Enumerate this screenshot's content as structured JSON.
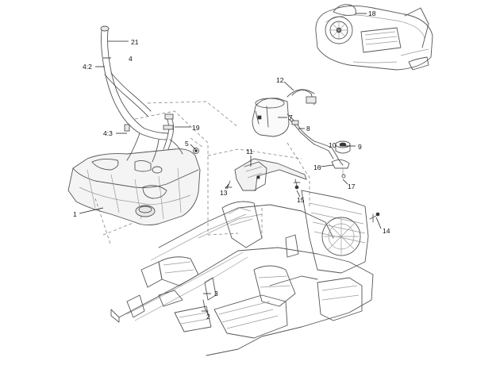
{
  "diagram": {
    "callouts": [
      {
        "id": "c21",
        "text": "21"
      },
      {
        "id": "c4",
        "text": "4"
      },
      {
        "id": "c42",
        "text": "4:2"
      },
      {
        "id": "c43",
        "text": "4:3"
      },
      {
        "id": "c19",
        "text": "19"
      },
      {
        "id": "c5",
        "text": "5"
      },
      {
        "id": "c1",
        "text": "1"
      },
      {
        "id": "c12",
        "text": "12"
      },
      {
        "id": "c7",
        "text": "7"
      },
      {
        "id": "c8",
        "text": "8"
      },
      {
        "id": "c10",
        "text": "10"
      },
      {
        "id": "c9",
        "text": "9"
      },
      {
        "id": "c16",
        "text": "16"
      },
      {
        "id": "c17",
        "text": "17"
      },
      {
        "id": "c11",
        "text": "11"
      },
      {
        "id": "c13",
        "text": "13"
      },
      {
        "id": "c15",
        "text": "15"
      },
      {
        "id": "c14",
        "text": "14"
      },
      {
        "id": "c3",
        "text": "3"
      },
      {
        "id": "c2",
        "text": "2"
      },
      {
        "id": "c18",
        "text": "18"
      }
    ]
  }
}
